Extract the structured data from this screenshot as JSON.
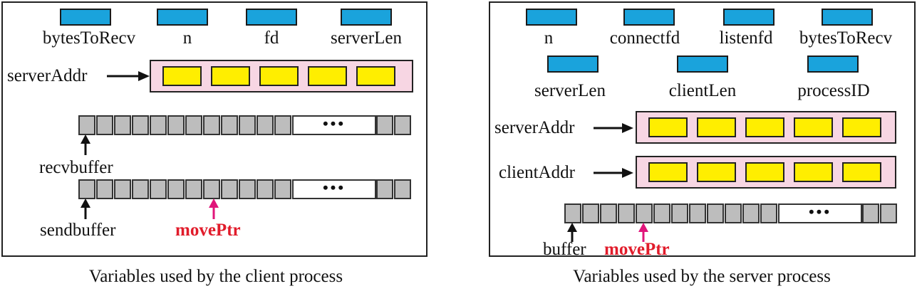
{
  "client": {
    "vars": [
      "bytesToRecv",
      "n",
      "fd",
      "serverLen"
    ],
    "struct_label": "serverAddr",
    "recv_label": "recvbuffer",
    "send_label": "sendbuffer",
    "move_label": "movePtr",
    "ellipsis": "•••",
    "caption": "Variables used by the client process"
  },
  "server": {
    "vars_row1": [
      "n",
      "connectfd",
      "listenfd",
      "bytesToRecv"
    ],
    "vars_row2": [
      "serverLen",
      "clientLen",
      "processID"
    ],
    "struct1_label": "serverAddr",
    "struct2_label": "clientAddr",
    "buffer_label": "buffer",
    "move_label": "movePtr",
    "ellipsis": "•••",
    "caption": "Variables used by the server process"
  },
  "colors": {
    "variable_box": "#1aa3dc",
    "struct_bg": "#f7d6e3",
    "struct_field": "#ffee00",
    "buffer_cell": "#bdbdbd",
    "move_ptr": "#e11c2b",
    "move_arrow": "#e0157a"
  }
}
